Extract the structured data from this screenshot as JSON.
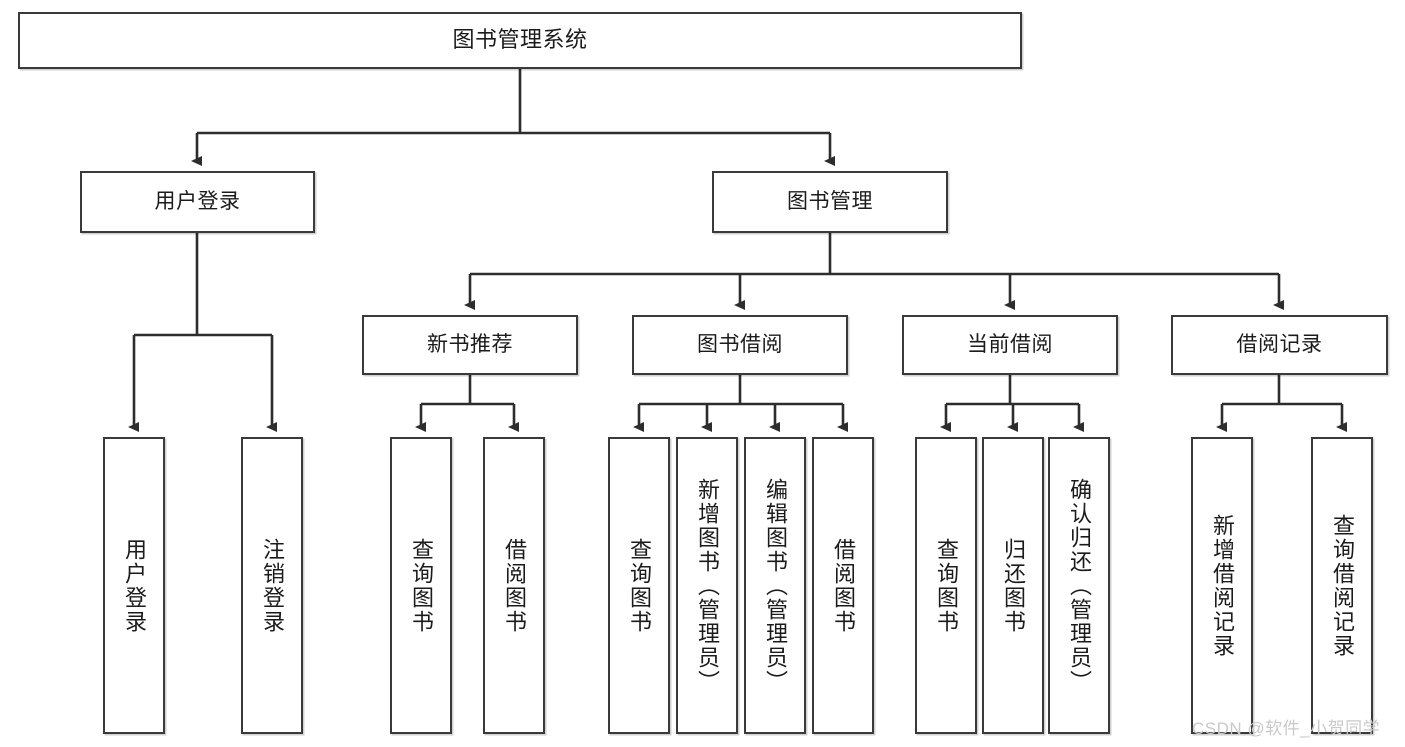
{
  "diagram": {
    "type": "tree-hierarchy-chart",
    "title_node": "图书管理系统",
    "watermark": "CSDN @软件_小贺同学",
    "colors": {
      "box_border": "#3a3a3a",
      "box_fill": "#ffffff",
      "edge": "#2d2d2d",
      "text": "#1b1b1b",
      "watermark": "#c9c9c9"
    },
    "levels": {
      "level1": [
        "图书管理系统"
      ],
      "level2": [
        "用户登录",
        "图书管理"
      ],
      "level3": [
        "新书推荐",
        "图书借阅",
        "当前借阅",
        "借阅记录"
      ],
      "level4": [
        "用户登录",
        "注销登录",
        "查询图书",
        "借阅图书",
        "查询图书",
        "新增图书（管理员）",
        "编辑图书（管理员）",
        "借阅图书",
        "查询图书",
        "归还图书",
        "确认归还（管理员）",
        "新增借阅记录",
        "查询借阅记录"
      ]
    },
    "nodes": {
      "root": {
        "label": "图书管理系统"
      },
      "user_login": {
        "label": "用户登录"
      },
      "book_manage": {
        "label": "图书管理"
      },
      "new_book_rec": {
        "label": "新书推荐"
      },
      "book_borrow": {
        "label": "图书借阅"
      },
      "current_borrow": {
        "label": "当前借阅"
      },
      "borrow_record": {
        "label": "借阅记录"
      },
      "leaf_user_login": {
        "label": "用户登录"
      },
      "leaf_logout": {
        "label": "注销登录"
      },
      "leaf_query_book_1": {
        "label": "查询图书"
      },
      "leaf_borrow_book_1": {
        "label": "借阅图书"
      },
      "leaf_query_book_2": {
        "label": "查询图书"
      },
      "leaf_add_book": {
        "label": "新增图书（管理员）"
      },
      "leaf_edit_book": {
        "label": "编辑图书（管理员）"
      },
      "leaf_borrow_book_2": {
        "label": "借阅图书"
      },
      "leaf_query_book_3": {
        "label": "查询图书"
      },
      "leaf_return_book": {
        "label": "归还图书"
      },
      "leaf_confirm_return": {
        "label": "确认归还（管理员）"
      },
      "leaf_add_record": {
        "label": "新增借阅记录"
      },
      "leaf_query_record": {
        "label": "查询借阅记录"
      }
    }
  }
}
